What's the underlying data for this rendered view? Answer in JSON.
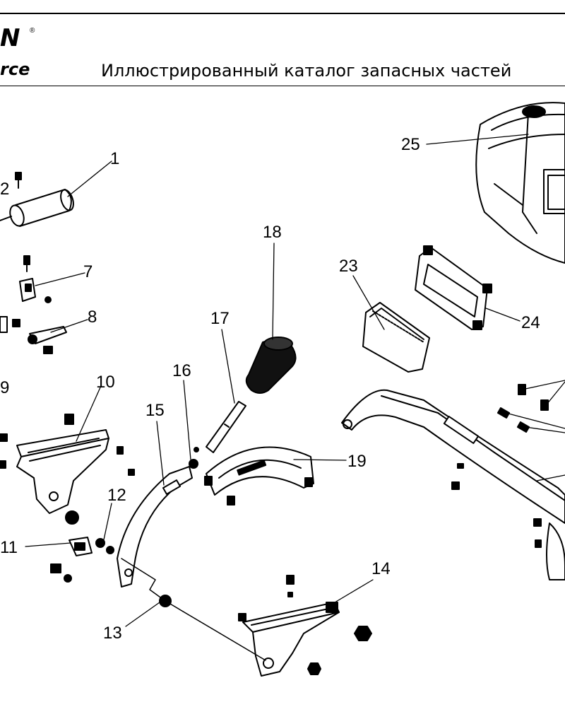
{
  "header": {
    "logo_main": "N",
    "logo_mark": "®",
    "logo_sub": "rce",
    "title": "Иллюстрированный каталог запасных частей"
  },
  "diagram": {
    "callouts": [
      {
        "id": "1",
        "label": "1"
      },
      {
        "id": "2",
        "label": "2"
      },
      {
        "id": "7",
        "label": "7"
      },
      {
        "id": "8",
        "label": "8"
      },
      {
        "id": "9",
        "label": "9"
      },
      {
        "id": "10",
        "label": "10"
      },
      {
        "id": "11",
        "label": "11"
      },
      {
        "id": "12",
        "label": "12"
      },
      {
        "id": "13",
        "label": "13"
      },
      {
        "id": "14",
        "label": "14"
      },
      {
        "id": "15",
        "label": "15"
      },
      {
        "id": "16",
        "label": "16"
      },
      {
        "id": "17",
        "label": "17"
      },
      {
        "id": "18",
        "label": "18"
      },
      {
        "id": "19",
        "label": "19"
      },
      {
        "id": "23",
        "label": "23"
      },
      {
        "id": "24",
        "label": "24"
      },
      {
        "id": "25",
        "label": "25"
      }
    ]
  }
}
